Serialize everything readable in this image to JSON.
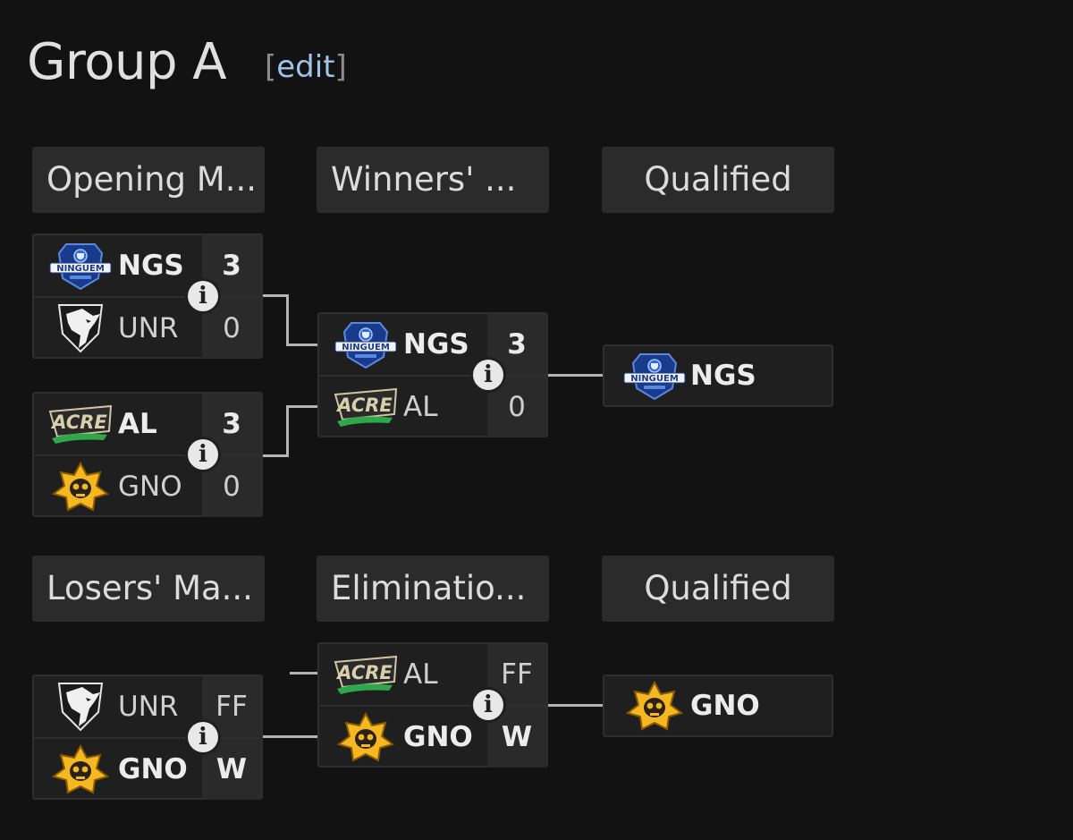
{
  "page": {
    "title": "Group A",
    "edit_label": "edit"
  },
  "colors": {
    "background": "#121212",
    "header_bg": "#2b2b2b",
    "link": "#9fc4e8"
  },
  "upper": {
    "headers": [
      "Opening M...",
      "Winners' ...",
      "Qualified"
    ],
    "opening_1": {
      "team1": {
        "name": "NGS",
        "score": "3",
        "logo": "ninguem-logo"
      },
      "team2": {
        "name": "UNR",
        "score": "0",
        "logo": "wolf-logo"
      }
    },
    "opening_2": {
      "team1": {
        "name": "AL",
        "score": "3",
        "logo": "acre-logo"
      },
      "team2": {
        "name": "GNO",
        "score": "0",
        "logo": "star-skull-logo"
      }
    },
    "winners": {
      "team1": {
        "name": "NGS",
        "score": "3",
        "logo": "ninguem-logo"
      },
      "team2": {
        "name": "AL",
        "score": "0",
        "logo": "acre-logo"
      }
    },
    "qualified": {
      "name": "NGS",
      "logo": "ninguem-logo"
    }
  },
  "lower": {
    "headers": [
      "Losers' Ma...",
      "Eliminatio...",
      "Qualified"
    ],
    "losers": {
      "team1": {
        "name": "UNR",
        "score": "FF",
        "logo": "wolf-logo"
      },
      "team2": {
        "name": "GNO",
        "score": "W",
        "logo": "star-skull-logo"
      }
    },
    "elimination": {
      "team1": {
        "name": "AL",
        "score": "FF",
        "logo": "acre-logo"
      },
      "team2": {
        "name": "GNO",
        "score": "W",
        "logo": "star-skull-logo"
      }
    },
    "qualified": {
      "name": "GNO",
      "logo": "star-skull-logo"
    }
  }
}
